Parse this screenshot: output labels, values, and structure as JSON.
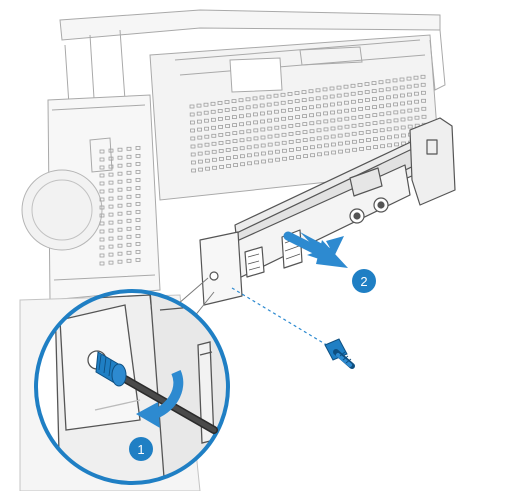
{
  "diagram": {
    "steps": [
      {
        "number": "1",
        "action": "unscrew"
      },
      {
        "number": "2",
        "action": "pull-out"
      }
    ],
    "colors": {
      "accent": "#1f7fc4",
      "arrow": "#2d8ad0",
      "line": "#8a8a8a",
      "face": "#f4f4f4",
      "shade": "#d9d9d9",
      "dark": "#3a3a3a"
    },
    "icons": [
      "screwdriver-icon",
      "screw-icon",
      "rotate-arrow-icon",
      "pull-arrow-icon"
    ]
  }
}
